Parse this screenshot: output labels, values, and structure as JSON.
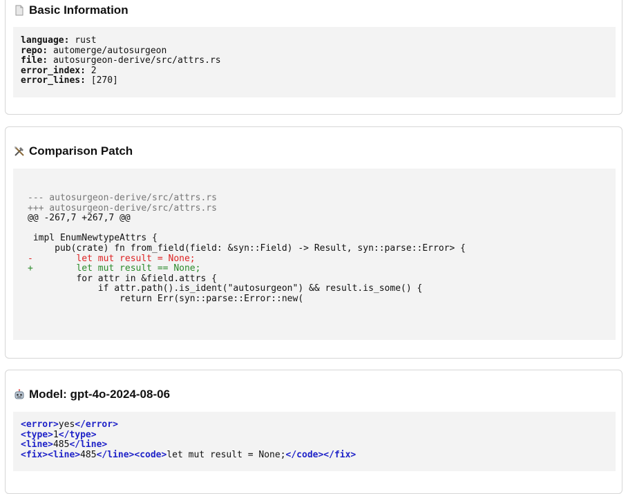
{
  "basic": {
    "title": "Basic Information",
    "icon": "document-icon",
    "fields": [
      {
        "key": "language:",
        "value": " rust"
      },
      {
        "key": "repo:",
        "value": " automerge/autosurgeon"
      },
      {
        "key": "file:",
        "value": " autosurgeon-derive/src/attrs.rs"
      },
      {
        "key": "error_index:",
        "value": " 2"
      },
      {
        "key": "error_lines:",
        "value": " [270]"
      }
    ]
  },
  "patch": {
    "title": "Comparison Patch",
    "icon": "tools-icon",
    "lines": [
      {
        "type": "meta",
        "text": "--- autosurgeon-derive/src/attrs.rs"
      },
      {
        "type": "meta",
        "text": "+++ autosurgeon-derive/src/attrs.rs"
      },
      {
        "type": "hunk",
        "text": "@@ -267,7 +267,7 @@"
      },
      {
        "type": "ctx",
        "text": ""
      },
      {
        "type": "ctx",
        "text": " impl EnumNewtypeAttrs {"
      },
      {
        "type": "ctx",
        "text": "     pub(crate) fn from_field(field: &syn::Field) -> Result, syn::parse::Error> {"
      },
      {
        "type": "del",
        "text": "-        let mut result = None;"
      },
      {
        "type": "add",
        "text": "+        let mut result == None;"
      },
      {
        "type": "ctx",
        "text": "         for attr in &field.attrs {"
      },
      {
        "type": "ctx",
        "text": "             if attr.path().is_ident(\"autosurgeon\") && result.is_some() {"
      },
      {
        "type": "ctx",
        "text": "                 return Err(syn::parse::Error::new("
      }
    ]
  },
  "model": {
    "title": "Model: gpt-4o-2024-08-06",
    "icon": "robot-icon",
    "lines": [
      [
        {
          "tag": "<error>"
        },
        {
          "text": "yes"
        },
        {
          "tag": "</error>"
        }
      ],
      [
        {
          "tag": "<type>"
        },
        {
          "text": "1"
        },
        {
          "tag": "</type>"
        }
      ],
      [
        {
          "tag": "<line>"
        },
        {
          "text": "485"
        },
        {
          "tag": "</line>"
        }
      ],
      [
        {
          "tag": "<fix><line>"
        },
        {
          "text": "485"
        },
        {
          "tag": "</line><code>"
        },
        {
          "text": "let mut result = None;"
        },
        {
          "tag": "</code></fix>"
        }
      ]
    ]
  }
}
